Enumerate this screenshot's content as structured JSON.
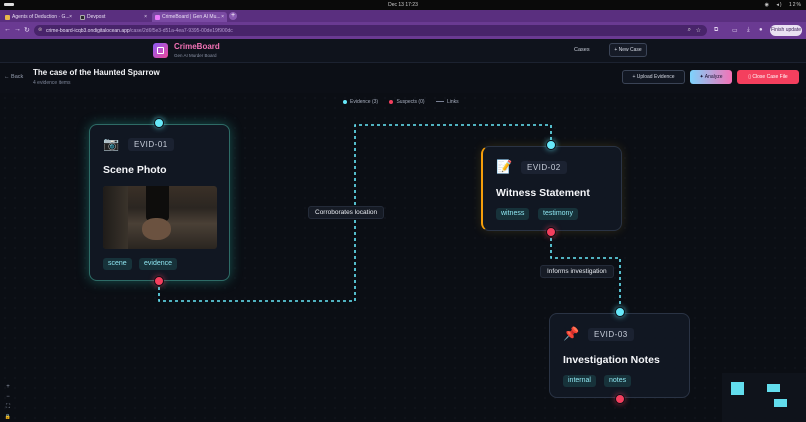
{
  "os": {
    "clock": "Dec 13  17:23",
    "battery": "12%"
  },
  "browser": {
    "tabs": [
      {
        "title": "Agents of Deduction · G...",
        "active": false
      },
      {
        "title": "Devpost",
        "active": false
      },
      {
        "title": "CrimeBoard | Gen AI Mu...",
        "active": true
      }
    ],
    "new_tab_label": "+",
    "url_host": "crime-board-icqb3.ondigitalocean.app",
    "url_path": "/case/2d6f5e3-d51a-4ea7-9395-00de19f900dc",
    "update_button": "Finish update"
  },
  "app": {
    "brand": "CrimeBoard",
    "brand_sub": "Gen AI Murder Board",
    "nav_cases": "Cases",
    "new_case_button": "+ New Case"
  },
  "case": {
    "back_label": "← Back",
    "title": "The case of the Haunted Sparrow",
    "subtitle": "4 evidence items",
    "upload_button": "+ Upload Evidence",
    "analyze_button": "Analyze",
    "close_button": "Close Case File"
  },
  "legend": {
    "evidence": "Evidence (3)",
    "suspects": "Suspects (0)",
    "links": "Links",
    "evidence_color": "#67e8f9",
    "suspect_color": "#f43f5e"
  },
  "cards": [
    {
      "id": "EVID-01",
      "icon": "camera-icon",
      "glyph": "📷",
      "title": "Scene Photo",
      "tags": [
        "scene",
        "evidence"
      ]
    },
    {
      "id": "EVID-02",
      "icon": "memo-icon",
      "glyph": "📝",
      "title": "Witness Statement",
      "tags": [
        "witness",
        "testimony"
      ]
    },
    {
      "id": "EVID-03",
      "icon": "pushpin-icon",
      "glyph": "📌",
      "title": "Investigation Notes",
      "tags": [
        "internal",
        "notes"
      ]
    }
  ],
  "edges": [
    {
      "label": "Corroborates location"
    },
    {
      "label": "Informs investigation"
    }
  ],
  "controls": {
    "zoom_in": "+",
    "zoom_out": "−",
    "fit": "⛶",
    "lock": "🔒"
  }
}
